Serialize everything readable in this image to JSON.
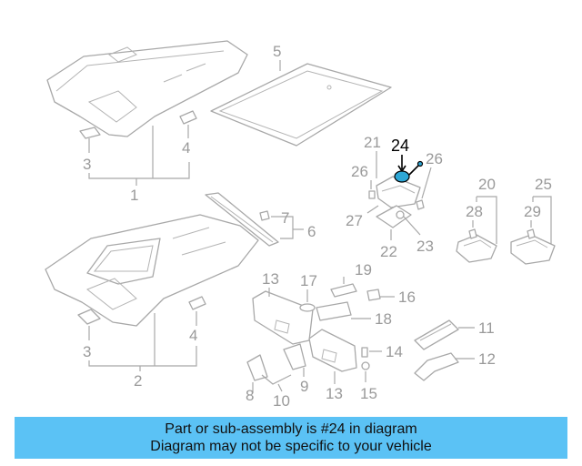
{
  "highlight": {
    "label": "24",
    "color": "#2ea7d6"
  },
  "callouts": {
    "c1": "1",
    "c2": "2",
    "c3a": "3",
    "c3b": "3",
    "c4a": "4",
    "c4b": "4",
    "c5": "5",
    "c6": "6",
    "c7": "7",
    "c8": "8",
    "c9": "9",
    "c10": "10",
    "c11": "11",
    "c12": "12",
    "c13a": "13",
    "c13b": "13",
    "c14": "14",
    "c15": "15",
    "c16": "16",
    "c17": "17",
    "c18": "18",
    "c19": "19",
    "c20": "20",
    "c21": "21",
    "c22": "22",
    "c23": "23",
    "c25": "25",
    "c26a": "26",
    "c26b": "26",
    "c27": "27",
    "c28": "28",
    "c29": "29"
  },
  "banner": {
    "line1": "Part or sub-assembly is #24 in diagram",
    "line2": "Diagram may not be specific to your vehicle",
    "color": "#5bc2f5"
  }
}
